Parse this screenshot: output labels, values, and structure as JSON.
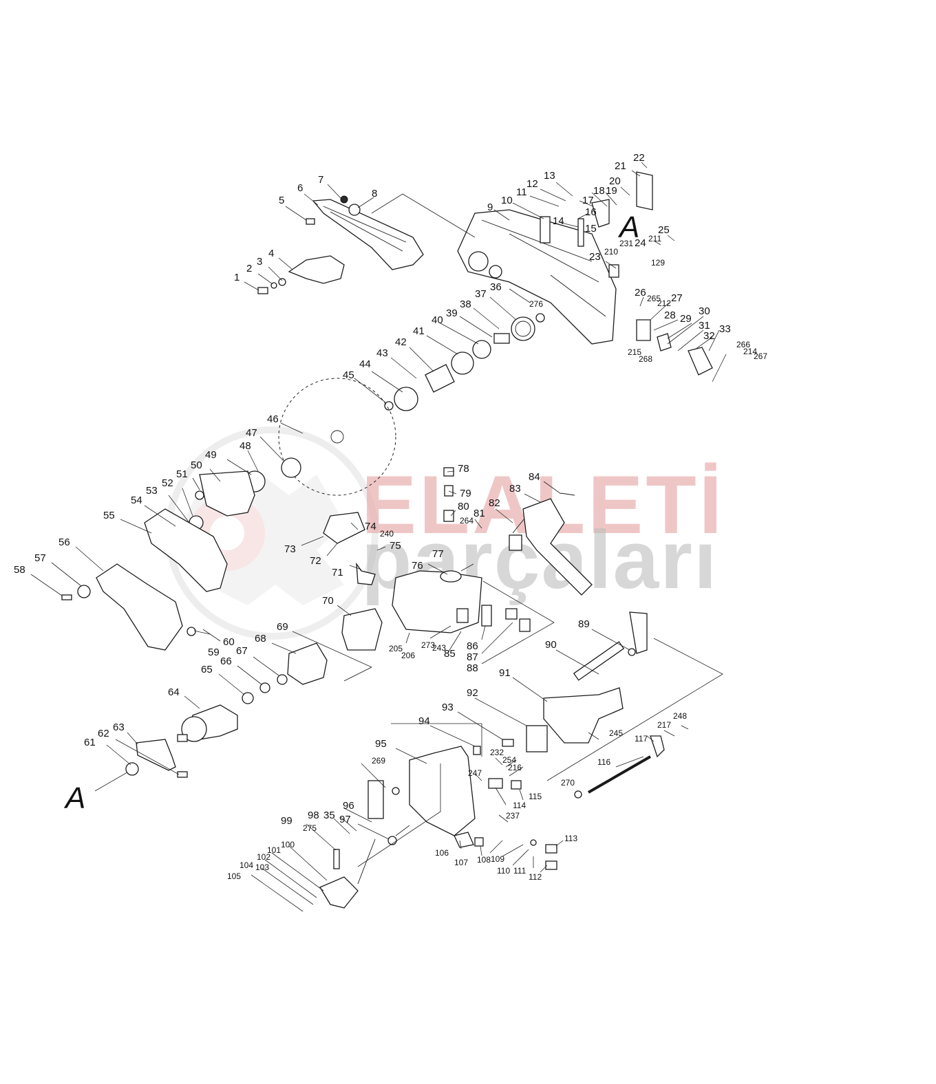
{
  "watermark": {
    "brand": "ELALETİ",
    "sub": "parçaları",
    "brand_color": "#e8a8a8",
    "sub_color": "#bdbdbd"
  },
  "callout_letters": {
    "top": "A",
    "bottom": "A"
  },
  "labels": [
    "1",
    "2",
    "3",
    "4",
    "5",
    "6",
    "7",
    "8",
    "9",
    "10",
    "11",
    "12",
    "13",
    "14",
    "15",
    "16",
    "17",
    "18",
    "19",
    "20",
    "21",
    "22",
    "23",
    "24",
    "25",
    "26",
    "27",
    "28",
    "29",
    "30",
    "31",
    "32",
    "33",
    "35",
    "36",
    "37",
    "38",
    "39",
    "40",
    "41",
    "42",
    "43",
    "44",
    "45",
    "46",
    "47",
    "48",
    "49",
    "50",
    "51",
    "52",
    "53",
    "54",
    "55",
    "56",
    "57",
    "58",
    "59",
    "60",
    "61",
    "62",
    "63",
    "64",
    "65",
    "66",
    "67",
    "68",
    "69",
    "70",
    "71",
    "72",
    "73",
    "74",
    "75",
    "76",
    "77",
    "78",
    "79",
    "80",
    "81",
    "82",
    "83",
    "84",
    "85",
    "86",
    "87",
    "88",
    "89",
    "90",
    "91",
    "92",
    "93",
    "94",
    "95",
    "96",
    "97",
    "98",
    "99",
    "100",
    "101",
    "102",
    "103",
    "104",
    "105",
    "106",
    "107",
    "108",
    "109",
    "110",
    "111",
    "112",
    "113",
    "114",
    "115",
    "116",
    "117",
    "129",
    "205",
    "206",
    "210",
    "211",
    "212",
    "214",
    "215",
    "216",
    "217",
    "231",
    "232",
    "237",
    "240",
    "243",
    "245",
    "247",
    "248",
    "254",
    "264",
    "265",
    "266",
    "267",
    "268",
    "269",
    "270",
    "273",
    "275",
    "276"
  ]
}
